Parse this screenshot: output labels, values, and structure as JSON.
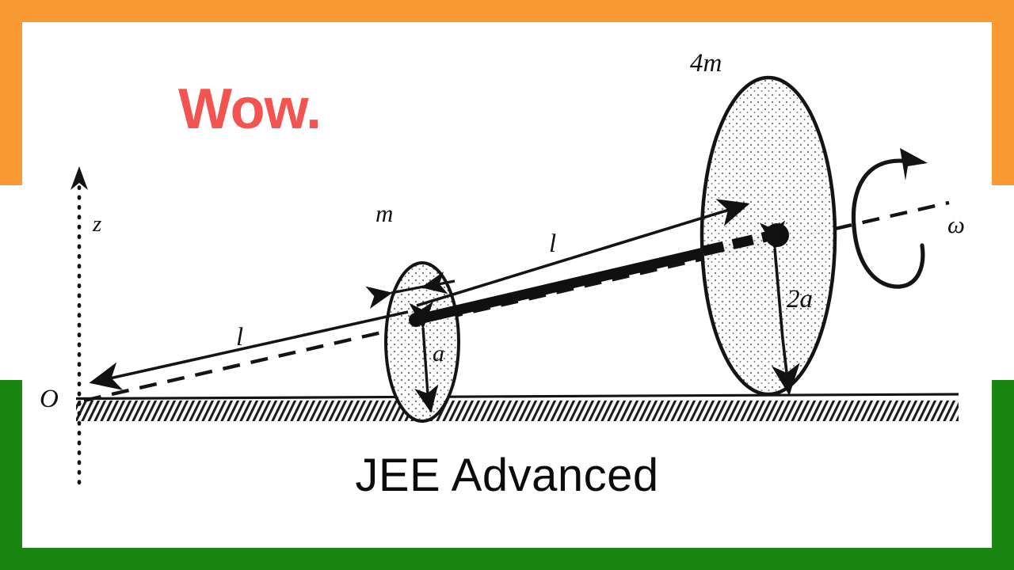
{
  "theme": {
    "orange": "#F99A33",
    "green": "#1A8511",
    "coral": "#F4544F",
    "ink": "#111111",
    "paper": "#FFFFFF"
  },
  "overlay": {
    "headline": "Wow.",
    "caption": "JEE Advanced"
  },
  "figure": {
    "title": "rotating-disc-rod-physics-diagram",
    "labels": {
      "axis_z": "z",
      "origin": "O",
      "small_disc_mass": "m",
      "large_disc_mass": "4m",
      "small_disc_radius": "a",
      "large_disc_radius": "2a",
      "length_left": "l",
      "length_right": "l",
      "angular_velocity": "ω"
    },
    "elements": [
      {
        "name": "z-axis",
        "style": "dotted-vertical-arrow"
      },
      {
        "name": "ground-line",
        "style": "hatched-surface"
      },
      {
        "name": "rotation-axis",
        "style": "dashed-inclined-line"
      },
      {
        "name": "rod",
        "style": "thick-solid-inclined-bar"
      },
      {
        "name": "small-disc",
        "style": "stippled-ellipse"
      },
      {
        "name": "large-disc",
        "style": "stippled-ellipse"
      },
      {
        "name": "spin-arrow",
        "style": "curved-arrow-around-axis"
      }
    ]
  }
}
